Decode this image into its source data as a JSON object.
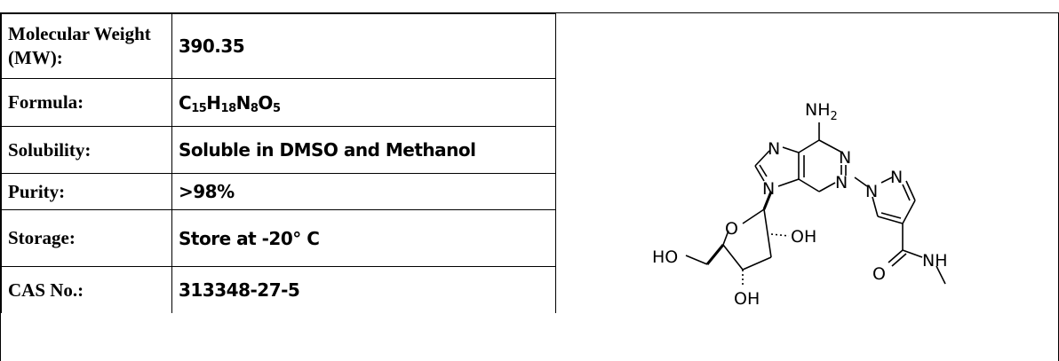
{
  "properties": [
    {
      "label": "Molecular Weight (MW):",
      "value": "390.35"
    },
    {
      "label": "Formula:",
      "value": "C15H18N8O5",
      "formula_parts": [
        {
          "t": "C",
          "sub": false
        },
        {
          "t": "15",
          "sub": true
        },
        {
          "t": "H",
          "sub": false
        },
        {
          "t": "18",
          "sub": true
        },
        {
          "t": "N",
          "sub": false
        },
        {
          "t": "8",
          "sub": true
        },
        {
          "t": "O",
          "sub": false
        },
        {
          "t": "5",
          "sub": true
        }
      ]
    },
    {
      "label": "Solubility:",
      "value": "Soluble in DMSO and Methanol"
    },
    {
      "label": "Purity:",
      "value": ">98%"
    },
    {
      "label": "Storage:",
      "value": "Store at -20° C"
    },
    {
      "label": "CAS No.:",
      "value": "313348-27-5"
    }
  ],
  "structure": {
    "atom_labels": {
      "nh2": "NH",
      "nh2_sub": "2",
      "n_imid_top": "N",
      "n_pyr_right": "N",
      "n_imid_bottom": "N",
      "n_pyr_bottom": "N",
      "n_pz1": "N",
      "n_pz2": "N",
      "ring_o": "O",
      "oh_right": "OH",
      "oh_bottom": "OH",
      "ho_left": "HO",
      "amide_o": "O",
      "amide_nh": "NH"
    }
  }
}
